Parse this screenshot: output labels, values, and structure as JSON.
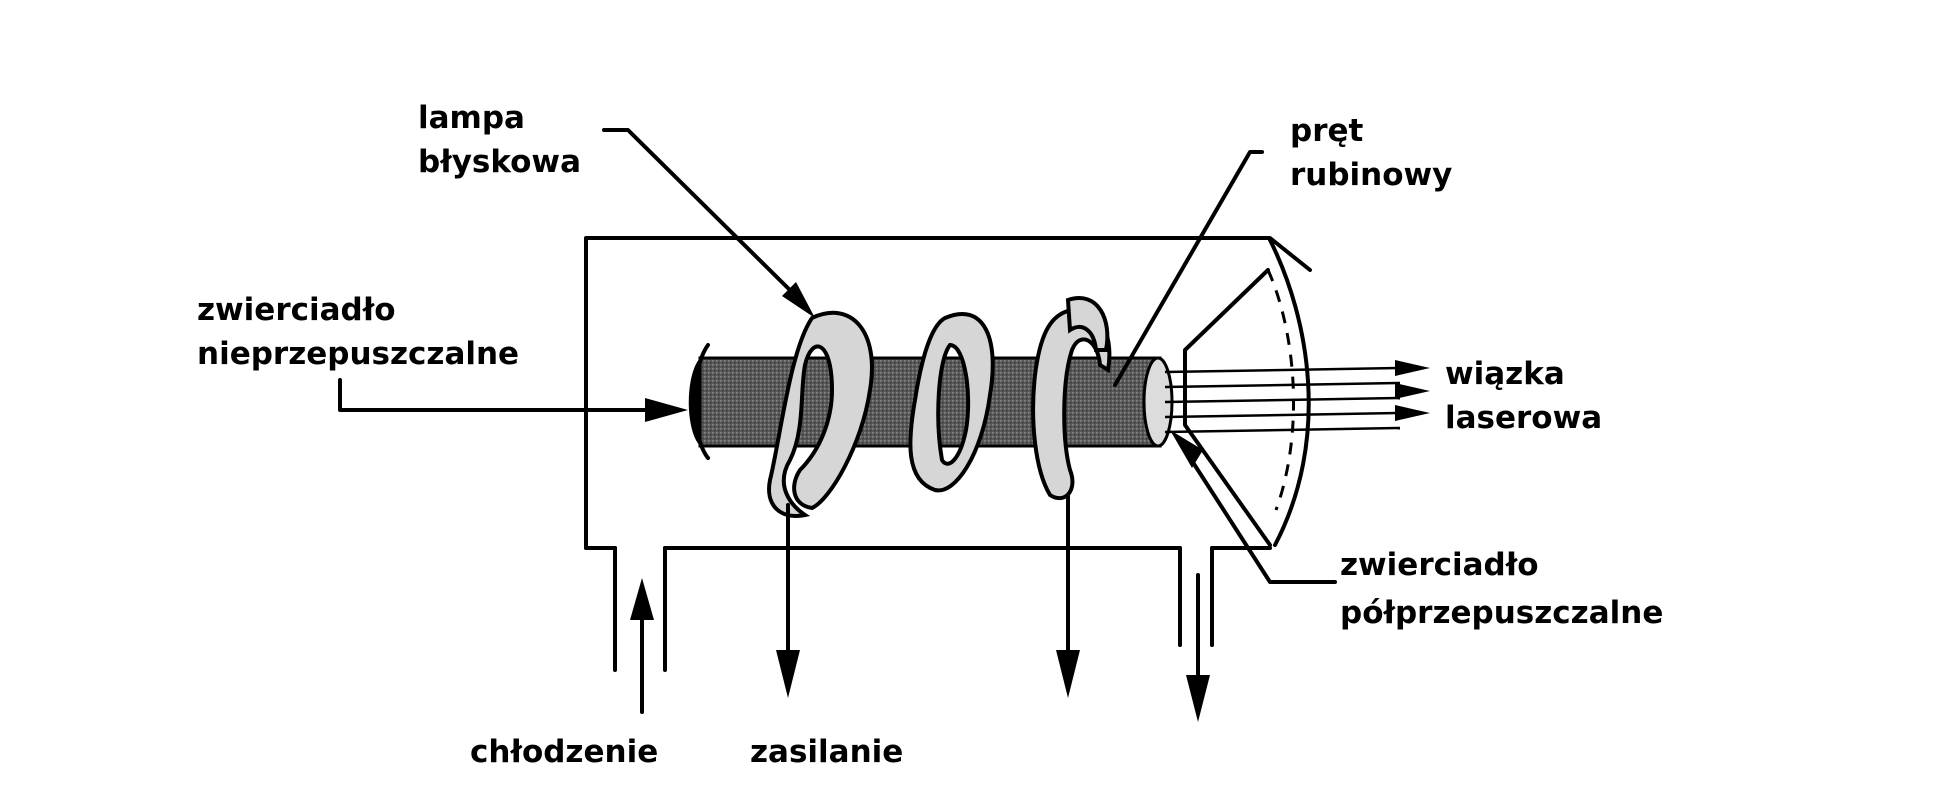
{
  "labels": {
    "flash_lamp_line1": "lampa",
    "flash_lamp_line2": "błyskowa",
    "ruby_rod_line1": "pręt",
    "ruby_rod_line2": "rubinowy",
    "opaque_mirror_line1": "zwierciadło",
    "opaque_mirror_line2": "nieprzepuszczalne",
    "laser_beam_line1": "wiązka",
    "laser_beam_line2": "laserowa",
    "semi_mirror_line1": "zwierciadło",
    "semi_mirror_line2": "półprzepuszczalne",
    "cooling": "chłodzenie",
    "power_supply": "zasilanie"
  },
  "colors": {
    "rod": "#555555",
    "coil": "#d6d6d6",
    "ink": "#000000"
  }
}
